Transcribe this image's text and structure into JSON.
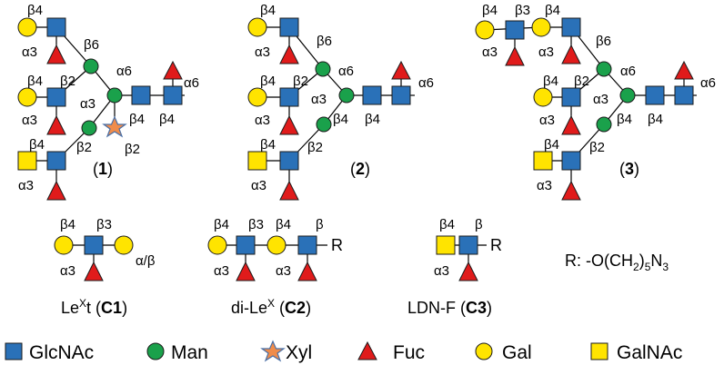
{
  "structures": {
    "s1": {
      "label_open": "(",
      "label_num": "1",
      "label_close": ")"
    },
    "s2": {
      "label_open": "(",
      "label_num": "2",
      "label_close": ")"
    },
    "s3": {
      "label_open": "(",
      "label_num": "3",
      "label_close": ")"
    }
  },
  "linkage": {
    "b2": "β2",
    "b3": "β3",
    "b4": "β4",
    "b6": "β6",
    "b": "β",
    "a3": "α3",
    "a6": "α6",
    "ab": "α/β"
  },
  "compounds": {
    "c1": {
      "name_pre": "Le",
      "name_sup": "X",
      "name_post": "t (",
      "code": "C1",
      "close": ")"
    },
    "c2": {
      "name_pre": "di-Le",
      "name_sup": "X",
      "name_post": " (",
      "code": "C2",
      "close": ")"
    },
    "c3": {
      "name_pre": "LDN-F (",
      "code": "C3",
      "close": ")"
    }
  },
  "r_group": {
    "text": "R",
    "def_pre": "R: -O(CH",
    "def_sub1": "2",
    "def_mid": ")",
    "def_sub2": "5",
    "def_post": "N",
    "def_sub3": "3"
  },
  "legend": [
    {
      "symbol": "GlcNAc",
      "shape": "blue-square",
      "color": "#2a71b8"
    },
    {
      "symbol": "Man",
      "shape": "green-circle",
      "color": "#1aa14b"
    },
    {
      "symbol": "Xyl",
      "shape": "orange-star",
      "color": "#f08c4a"
    },
    {
      "symbol": "Fuc",
      "shape": "red-triangle",
      "color": "#e01b1b"
    },
    {
      "symbol": "Gal",
      "shape": "yellow-circle",
      "color": "#ffe400"
    },
    {
      "symbol": "GalNAc",
      "shape": "yellow-square",
      "color": "#ffe400"
    }
  ]
}
